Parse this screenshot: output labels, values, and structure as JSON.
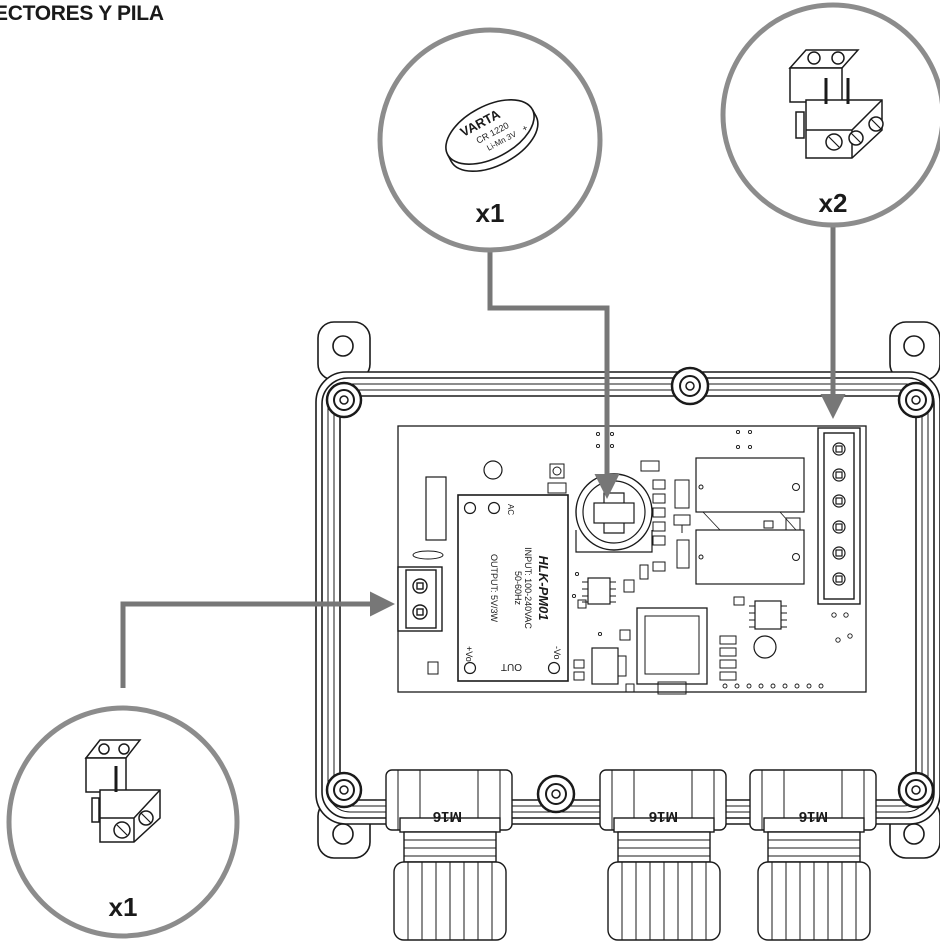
{
  "title": "ECTORES Y PILA",
  "battery": {
    "brand": "VARTA",
    "model": "CR 1220",
    "spec": "Li-Mn 3V",
    "qty": "x1"
  },
  "connector_top": {
    "qty": "x2"
  },
  "connector_left": {
    "qty": "x1"
  },
  "psu_module": {
    "model": "HLK-PM01",
    "input": "INPUT: 100-240VAC",
    "freq": "50-60Hz",
    "output": "OUTPUT: 5V/3W",
    "pin_ac": "AC",
    "pin_vo_pos": "+Vo",
    "pin_vo_neg": "-Vo",
    "pin_out": "OUT"
  },
  "gland_label": "M16",
  "colors": {
    "leader": "#777777",
    "outline": "#1a1a1a",
    "circle": "#8c8c8c"
  }
}
